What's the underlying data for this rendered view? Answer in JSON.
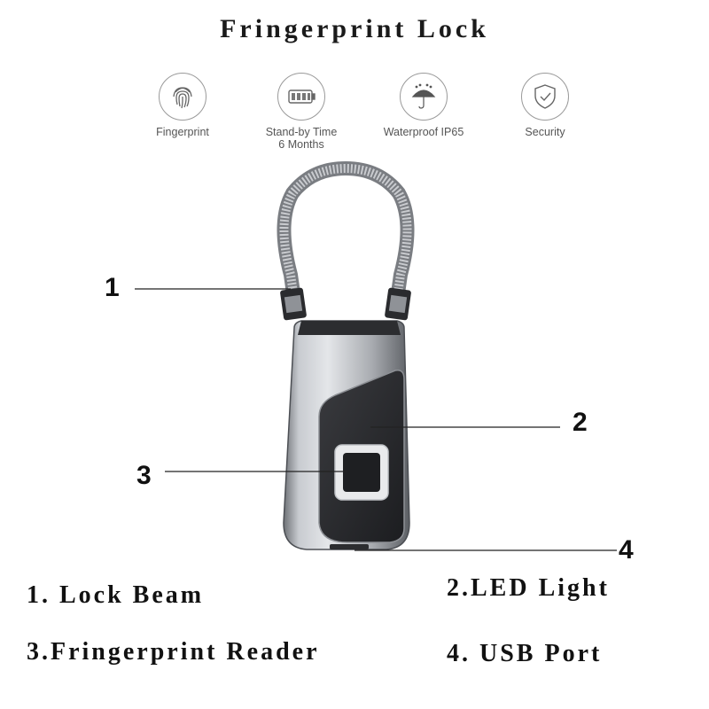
{
  "title": "Fringerprint Lock",
  "features": [
    {
      "icon": "fingerprint-icon",
      "label": [
        "Fingerprint"
      ]
    },
    {
      "icon": "battery-icon",
      "label": [
        "Stand-by Time",
        "6 Months"
      ]
    },
    {
      "icon": "umbrella-icon",
      "label": [
        "Waterproof IP65"
      ]
    },
    {
      "icon": "shield-check-icon",
      "label": [
        "Security"
      ]
    }
  ],
  "callouts": [
    "1",
    "2",
    "3",
    "4"
  ],
  "legend": [
    "1. Lock Beam",
    "2.LED Light",
    "3.Fringerprint Reader",
    "4. USB Port"
  ],
  "colors": {
    "body_silver": "#b9bcc1",
    "panel_dark": "#2b2c2f",
    "text": "#111111"
  }
}
